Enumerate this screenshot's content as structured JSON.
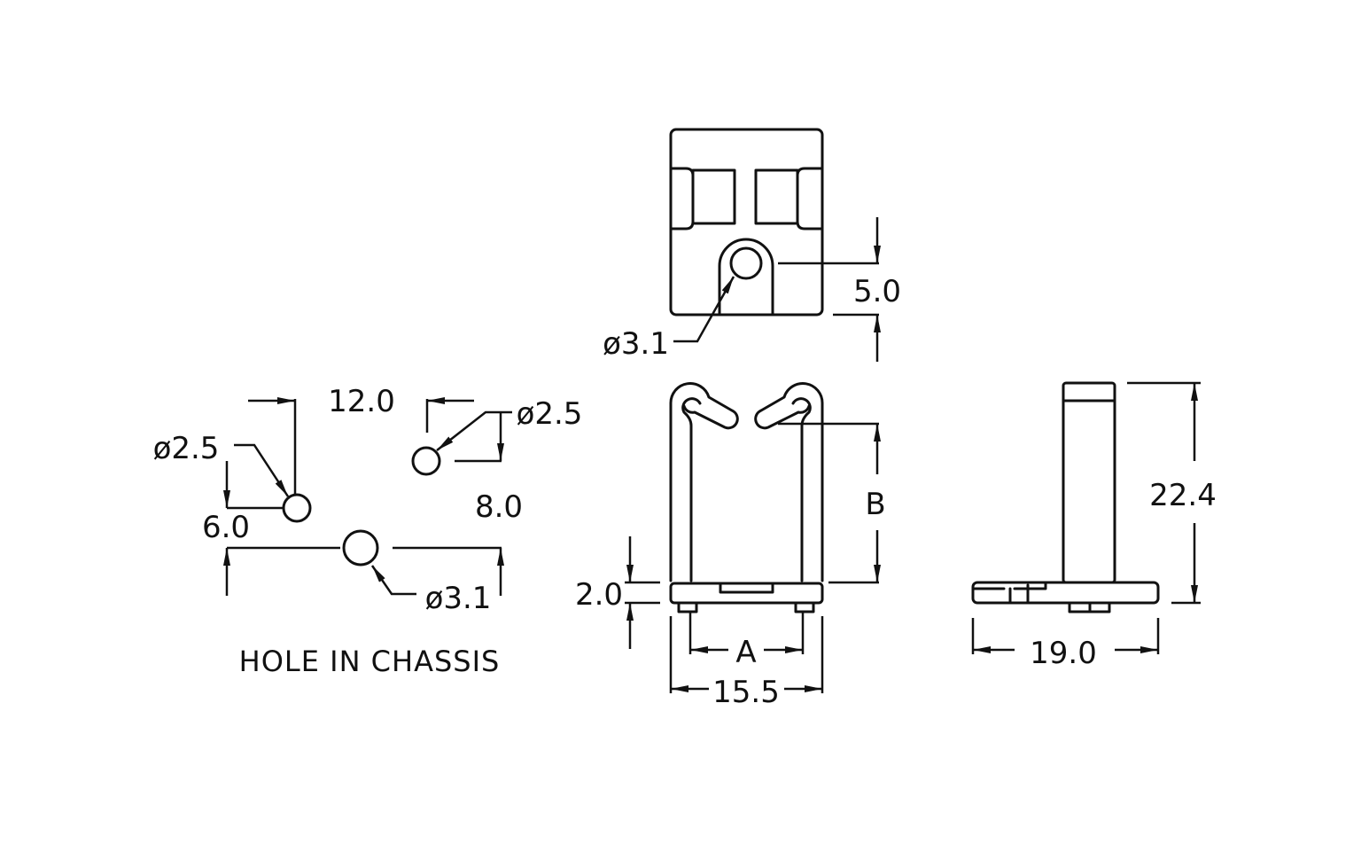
{
  "top_view": {
    "dim_hole_offset": "5.0",
    "hole_dia": "ø3.1"
  },
  "front_view": {
    "dim_a": "A",
    "dim_b": "B",
    "dim_width": "15.5",
    "dim_base": "2.0"
  },
  "side_view": {
    "dim_height": "22.4",
    "dim_length": "19.0"
  },
  "chassis": {
    "dim_spacing": "12.0",
    "dim_left_offset": "6.0",
    "dim_right_offset": "8.0",
    "left_hole_dia": "ø2.5",
    "right_hole_dia": "ø2.5",
    "center_hole_dia": "ø3.1",
    "caption": "HOLE IN CHASSIS"
  },
  "colors": {
    "line": "#111111",
    "background": "#ffffff"
  }
}
